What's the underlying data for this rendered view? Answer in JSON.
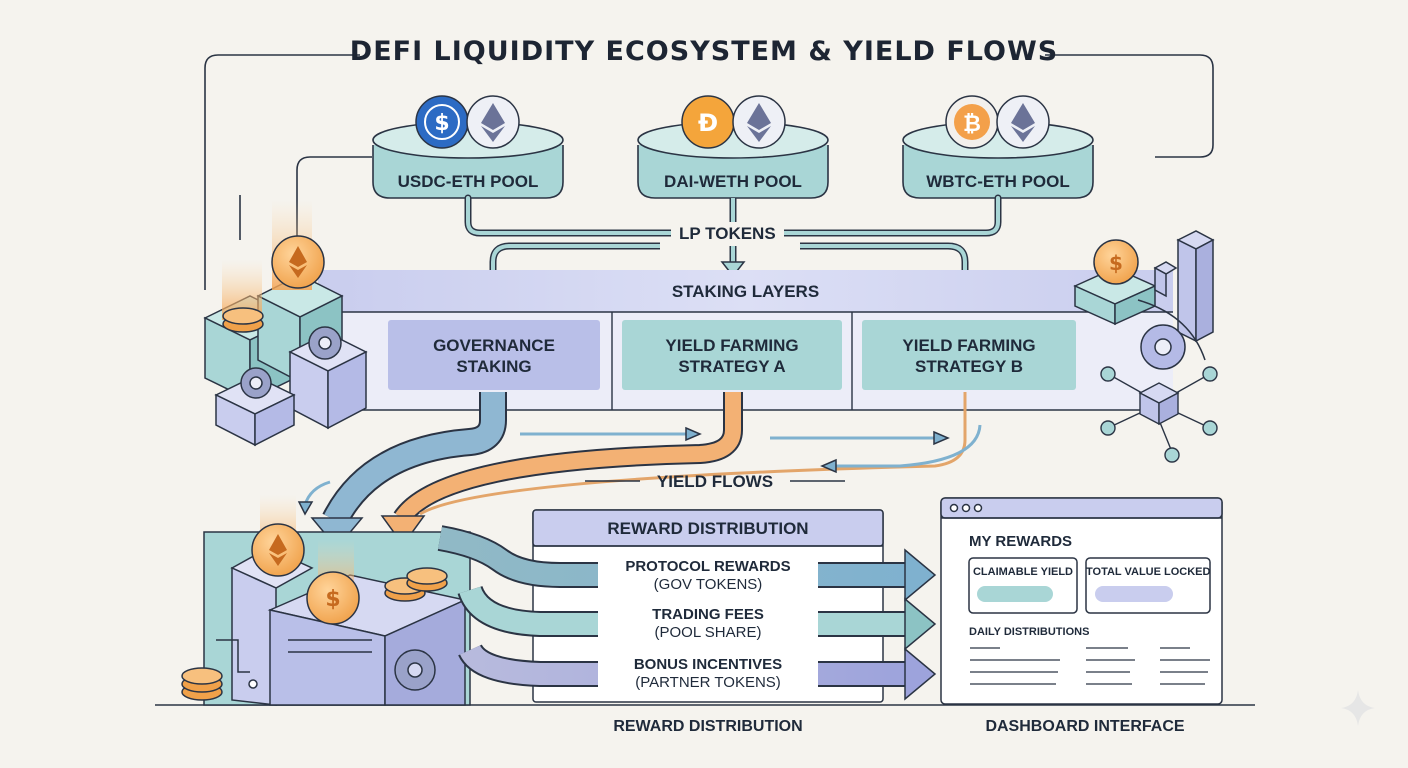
{
  "title": "DEFI LIQUIDITY ECOSYSTEM & YIELD FLOWS",
  "pools": [
    {
      "label": "USDC-ETH POOL",
      "token_a": "USDC",
      "token_b": "ETH"
    },
    {
      "label": "DAI-WETH POOL",
      "token_a": "DAI",
      "token_b": "WETH"
    },
    {
      "label": "WBTC-ETH POOL",
      "token_a": "WBTC",
      "token_b": "ETH"
    }
  ],
  "lp_tokens_label": "LP TOKENS",
  "staking": {
    "header": "STAKING LAYERS",
    "boxes": [
      {
        "line1": "GOVERNANCE",
        "line2": "STAKING"
      },
      {
        "line1": "YIELD FARMING",
        "line2": "STRATEGY A"
      },
      {
        "line1": "YIELD FARMING",
        "line2": "STRATEGY B"
      }
    ]
  },
  "yield_flows_label": "YIELD FLOWS",
  "reward_distribution": {
    "header": "REWARD DISTRIBUTION",
    "streams": [
      {
        "title": "PROTOCOL REWARDS",
        "subtitle": "(GOV TOKENS)"
      },
      {
        "title": "TRADING FEES",
        "subtitle": "(POOL SHARE)"
      },
      {
        "title": "BONUS INCENTIVES",
        "subtitle": "(PARTNER TOKENS)"
      }
    ],
    "footer": "REWARD DISTRIBUTION"
  },
  "dashboard": {
    "title": "MY REWARDS",
    "card_1": "CLAIMABLE YIELD",
    "card_2": "TOTAL VALUE LOCKED",
    "section": "DAILY DISTRIBUTIONS",
    "footer": "DASHBOARD INTERFACE"
  },
  "colors": {
    "teal": "#a9d6d6",
    "lavender": "#c9cdee",
    "orange": "#f2a65a",
    "blue_arrow": "#7fb1cf",
    "outline": "#2b3444"
  }
}
